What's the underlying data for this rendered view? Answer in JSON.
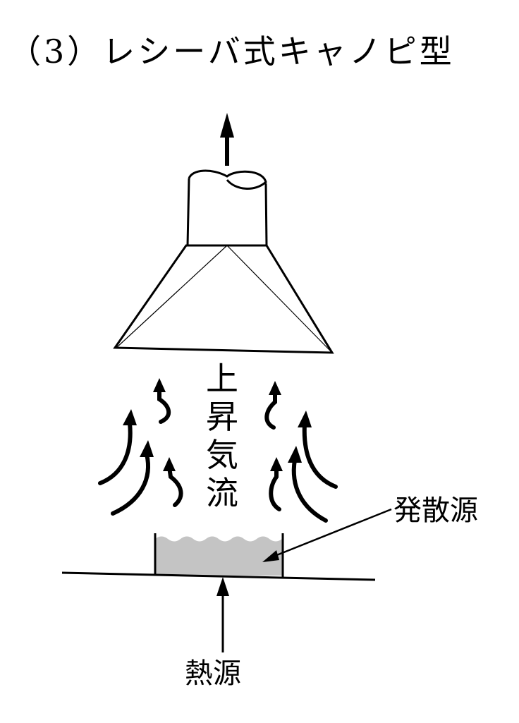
{
  "title": "（3）レシーバ式キャノピ型",
  "labels": {
    "updraft": "上\n昇\n気\n流",
    "emission_source": "発散源",
    "heat_source": "熱源"
  },
  "colors": {
    "line": "#000000",
    "source_fill": "#c4c4c4",
    "background": "#ffffff"
  }
}
